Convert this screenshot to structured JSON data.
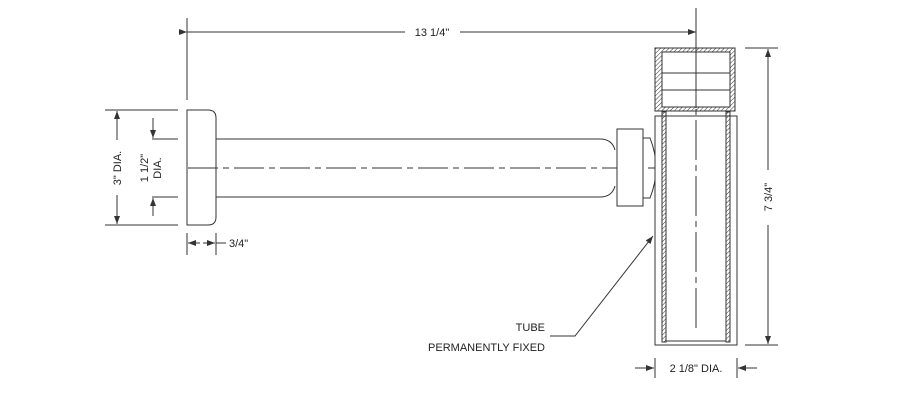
{
  "dimensions": {
    "overall_length": "13 1/4\"",
    "flange_diameter": "3\" DIA.",
    "pipe_diameter_value": "1 1/2\"",
    "pipe_diameter_suffix": "DIA.",
    "flange_depth": "3/4\"",
    "overall_height": "7 3/4\"",
    "tube_diameter": "2 1/8\" DIA."
  },
  "callout": {
    "line1": "TUBE",
    "line2": "PERMANENTLY FIXED"
  },
  "colors": {
    "line": "#333333"
  }
}
